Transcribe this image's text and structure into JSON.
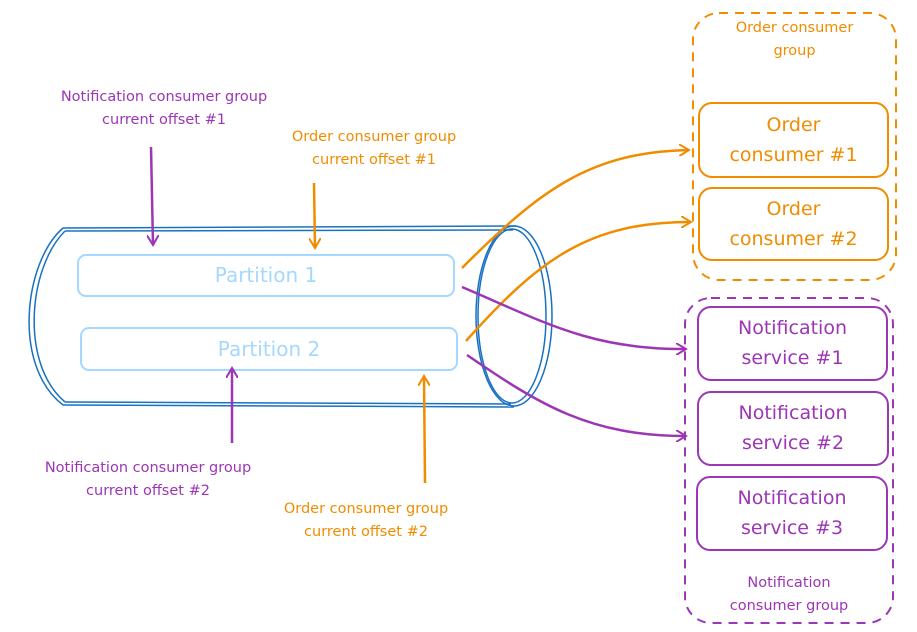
{
  "labels": {
    "notif_offset_1": [
      "Notification consumer group",
      "current offset #1"
    ],
    "order_offset_1": [
      "Order consumer group",
      "current offset #1"
    ],
    "notif_offset_2": [
      "Notification consumer group",
      "current offset #2"
    ],
    "order_offset_2": [
      "Order consumer group",
      "current offset #2"
    ],
    "partition_1": "Partition 1",
    "partition_2": "Partition 2",
    "order_group_title": [
      "Order consumer",
      "group"
    ],
    "order_consumer_1": [
      "Order",
      "consumer #1"
    ],
    "order_consumer_2": [
      "Order",
      "consumer #2"
    ],
    "notif_service_1": [
      "Notification",
      "service #1"
    ],
    "notif_service_2": [
      "Notification",
      "service #2"
    ],
    "notif_service_3": [
      "Notification",
      "service #3"
    ],
    "notif_group_title": [
      "Notification",
      "consumer group"
    ]
  },
  "colors": {
    "purple": "#9c36b5",
    "orange": "#f08c00",
    "blue_stroke": "#1971c2",
    "partition": "#a5d8ff"
  }
}
